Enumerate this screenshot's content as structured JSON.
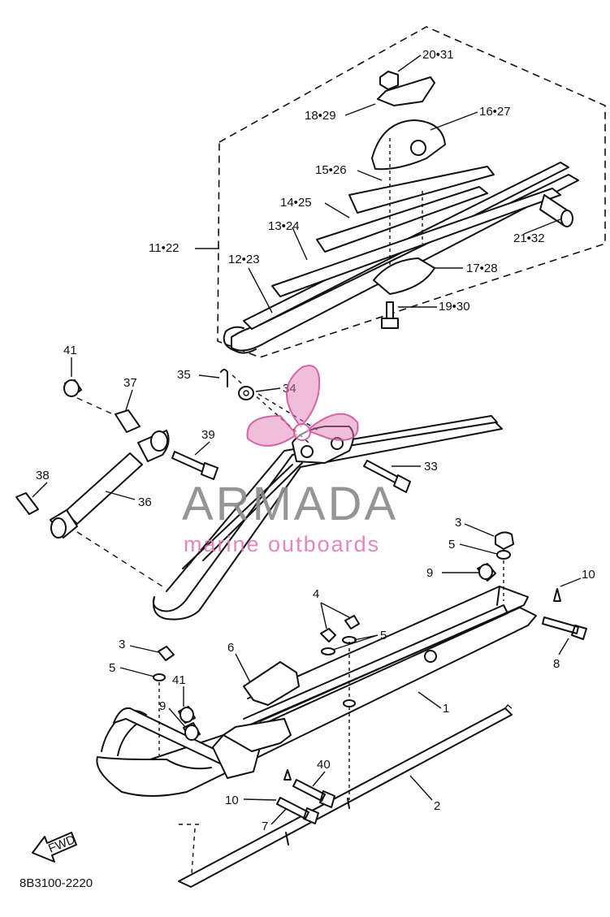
{
  "diagram": {
    "parts_code": "8B3100-2220",
    "fwd_label": "FWD",
    "callouts": {
      "c_20_31": "20•31",
      "c_18_29": "18•29",
      "c_16_27": "16•27",
      "c_15_26": "15•26",
      "c_14_25": "14•25",
      "c_13_24": "13•24",
      "c_11_22": "11•22",
      "c_12_23": "12•23",
      "c_21_32": "21•32",
      "c_17_28": "17•28",
      "c_19_30": "19•30",
      "c_41a": "41",
      "c_37": "37",
      "c_35": "35",
      "c_34": "34",
      "c_39": "39",
      "c_33": "33",
      "c_38": "38",
      "c_36": "36",
      "c_3a": "3",
      "c_5a": "5",
      "c_9a": "9",
      "c_10a": "10",
      "c_8": "8",
      "c_4": "4",
      "c_5b": "5",
      "c_3b": "3",
      "c_6": "6",
      "c_5c": "5",
      "c_41b": "41",
      "c_1": "1",
      "c_9b": "9",
      "c_40": "40",
      "c_10b": "10",
      "c_2": "2",
      "c_7": "7"
    }
  },
  "watermark": {
    "brand": "ARMADA",
    "tagline": "marine outboards",
    "color_primary": "#8a8a8a",
    "color_accent": "#e07ab4"
  }
}
